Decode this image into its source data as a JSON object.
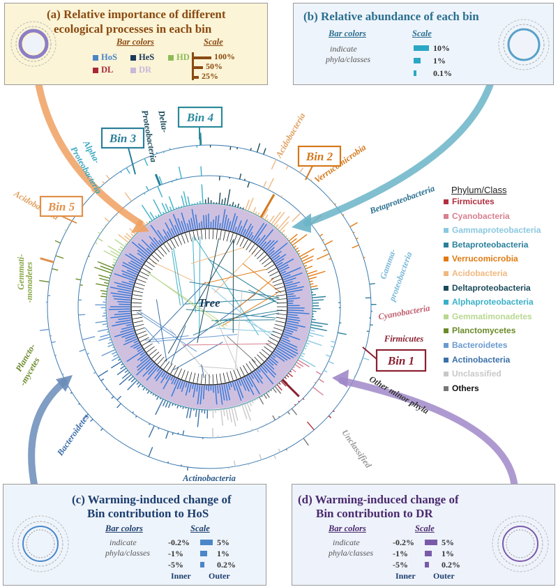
{
  "panels": {
    "a": {
      "title_line1": "(a)  Relative importance of different",
      "title_line2": "ecological processes in each bin",
      "bar_colors_label": "Bar colors",
      "scale_label": "Scale",
      "processes": [
        {
          "name": "HoS",
          "color": "#4a86c8"
        },
        {
          "name": "HeS",
          "color": "#1a3a5c"
        },
        {
          "name": "HD",
          "color": "#8dbb5a"
        },
        {
          "name": "DL",
          "color": "#a8283a"
        },
        {
          "name": "DR",
          "color": "#c8b8dc"
        }
      ],
      "scale_values": [
        "100%",
        "50%",
        "25%"
      ],
      "title_color": "#8a4a12",
      "accent": "#8a4a12"
    },
    "b": {
      "title": "(b) Relative abundance of each bin",
      "bar_colors_label": "Bar colors",
      "scale_label": "Scale",
      "desc_line1": "indicate",
      "desc_line2": "phyla/classes",
      "scale_values": [
        "10%",
        "1%",
        "0.1%"
      ],
      "title_color": "#2a6f8f",
      "bar_color": "#2aa7c4"
    },
    "c": {
      "title_line1": "(c)  Warming-induced change of",
      "title_line2": "Bin contribution to HoS",
      "bar_colors_label": "Bar colors",
      "scale_label": "Scale",
      "desc_line1": "indicate",
      "desc_line2": "phyla/classes",
      "inner_values": [
        "-0.2%",
        "-1%",
        "-5%"
      ],
      "outer_values": [
        "5%",
        "1%",
        "0.2%"
      ],
      "inner_label": "Inner",
      "outer_label": "Outer",
      "title_color": "#1d3e6e",
      "bar_color": "#4a86c8"
    },
    "d": {
      "title_line1": "(d) Warming-induced change of",
      "title_line2": "Bin contribution to DR",
      "bar_colors_label": "Bar colors",
      "scale_label": "Scale",
      "desc_line1": "indicate",
      "desc_line2": "phyla/classes",
      "inner_values": [
        "-0.2%",
        "-1%",
        "-5%"
      ],
      "outer_values": [
        "5%",
        "1%",
        "0.2%"
      ],
      "inner_label": "Inner",
      "outer_label": "Outer",
      "title_color": "#4a2a6e",
      "bar_color": "#7a5aa8"
    }
  },
  "tree_label": "Tree",
  "bins": [
    {
      "label": "Bin 1",
      "color": "#8a2030"
    },
    {
      "label": "Bin 2",
      "color": "#d4791c"
    },
    {
      "label": "Bin 3",
      "color": "#2a7f9a"
    },
    {
      "label": "Bin 4",
      "color": "#2a8a9a"
    },
    {
      "label": "Bin 5",
      "color": "#e0904a"
    }
  ],
  "ring_labels": [
    {
      "text": "Acidobacteria",
      "color": "#e0a060"
    },
    {
      "text": "Verrucomicrobia",
      "color": "#d4791c"
    },
    {
      "text": "Betaproteobacteria",
      "color": "#2a6f8f"
    },
    {
      "text": "Gamma-",
      "color": "#7ab8d8"
    },
    {
      "text": "proteobacteria",
      "color": "#7ab8d8"
    },
    {
      "text": "Cyanobacteria",
      "color": "#c06070"
    },
    {
      "text": "Firmicutes",
      "color": "#8a2030"
    },
    {
      "text": "Other minor phyla",
      "color": "#333333"
    },
    {
      "text": "Unclassified",
      "color": "#999999"
    },
    {
      "text": "Actinobacteria",
      "color": "#2a5a8a"
    },
    {
      "text": "Bacteroidetes",
      "color": "#3a6aa8"
    },
    {
      "text": "Plancto-",
      "color": "#6a8a2a"
    },
    {
      "text": "-mycetes",
      "color": "#6a8a2a"
    },
    {
      "text": "Gemmati-",
      "color": "#8aa84a"
    },
    {
      "text": "-monadetes",
      "color": "#8aa84a"
    },
    {
      "text": "Acidobacteria",
      "color": "#e0a060"
    },
    {
      "text": "Alpha-",
      "color": "#3aa8c0"
    },
    {
      "text": "Proteobacteria",
      "color": "#3aa8c0"
    },
    {
      "text": "Delta-",
      "color": "#1a4a5a"
    },
    {
      "text": "Proteobacteria",
      "color": "#1a4a5a"
    }
  ],
  "legend": {
    "title": "Phylum/Class",
    "items": [
      {
        "name": "Firmicutes",
        "color": "#b03040"
      },
      {
        "name": "Cyanobacteria",
        "color": "#d88090"
      },
      {
        "name": "Gammaproteobacteria",
        "color": "#8ac8e0"
      },
      {
        "name": "Betaproteobacteria",
        "color": "#2a7f9a"
      },
      {
        "name": "Verrucomicrobia",
        "color": "#e07a10"
      },
      {
        "name": "Acidobacteria",
        "color": "#f0b880"
      },
      {
        "name": "Deltaproteobacteria",
        "color": "#1a4a5a"
      },
      {
        "name": "Alphaproteobacteria",
        "color": "#3ab0c8"
      },
      {
        "name": "Gemmatimonadetes",
        "color": "#b8d890"
      },
      {
        "name": "Planctomycetes",
        "color": "#6a8a2a"
      },
      {
        "name": "Bacteroidetes",
        "color": "#6a9ad0"
      },
      {
        "name": "Actinobacteria",
        "color": "#3a70a8"
      },
      {
        "name": "Unclassified",
        "color": "#c8c8c8"
      },
      {
        "name": "Others",
        "color": "#777777"
      }
    ]
  },
  "colors": {
    "dr_ring": "#cfc0e0",
    "hos_bar": "#3a7ad8"
  }
}
